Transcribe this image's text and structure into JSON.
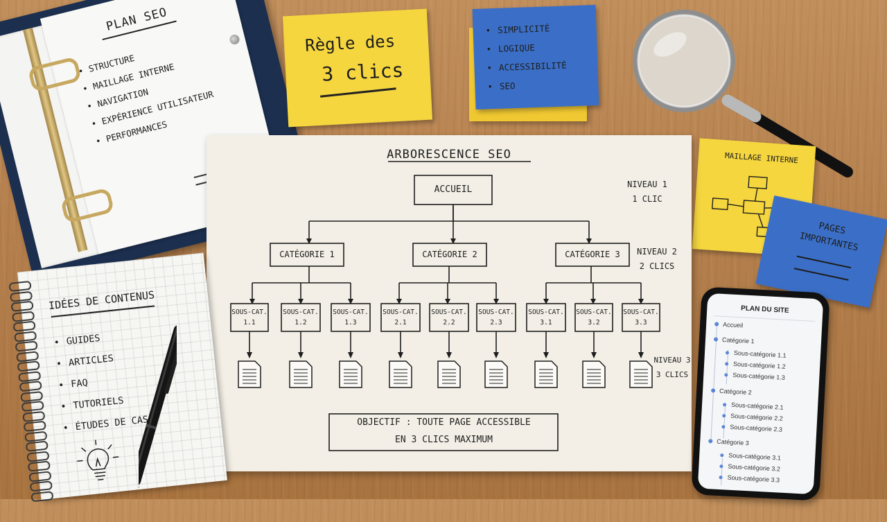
{
  "binder": {
    "title": "PLAN SEO",
    "items": [
      "STRUCTURE",
      "MAILLAGE INTERNE",
      "NAVIGATION",
      "EXPÉRIENCE UTILISATEUR",
      "PERFORMANCES"
    ]
  },
  "rule_note": {
    "line1": "Règle des",
    "line2": "3 clics"
  },
  "blue_note": {
    "items": [
      "SIMPLICITÉ",
      "LOGIQUE",
      "ACCESSIBILITÉ",
      "SEO"
    ]
  },
  "mesh_note": {
    "title": "MAILLAGE INTERNE"
  },
  "pages_note": {
    "line1": "PAGES",
    "line2": "IMPORTANTES"
  },
  "sheet": {
    "title": "ARBORESCENCE SEO",
    "root": "ACCUEIL",
    "categories": [
      "CATÉGORIE 1",
      "CATÉGORIE 2",
      "CATÉGORIE 3"
    ],
    "subcats": [
      [
        "SOUS-CAT.",
        "1.1"
      ],
      [
        "SOUS-CAT.",
        "1.2"
      ],
      [
        "SOUS-CAT.",
        "1.3"
      ],
      [
        "SOUS-CAT.",
        "2.1"
      ],
      [
        "SOUS-CAT.",
        "2.2"
      ],
      [
        "SOUS-CAT.",
        "2.3"
      ],
      [
        "SOUS-CAT.",
        "3.1"
      ],
      [
        "SOUS-CAT.",
        "3.2"
      ],
      [
        "SOUS-CAT.",
        "3.3"
      ]
    ],
    "levels": [
      {
        "label": "NIVEAU 1",
        "clicks": "1 CLIC"
      },
      {
        "label": "NIVEAU 2",
        "clicks": "2 CLICS"
      },
      {
        "label": "NIVEAU 3",
        "clicks": "3 CLICS"
      }
    ],
    "objective_line1": "OBJECTIF : TOUTE PAGE ACCESSIBLE",
    "objective_line2": "EN 3 CLICS MAXIMUM"
  },
  "notebook": {
    "title": "IDÉES DE CONTENUS",
    "items": [
      "GUIDES",
      "ARTICLES",
      "FAQ",
      "TUTORIELS",
      "ÉTUDES DE CAS"
    ]
  },
  "phone": {
    "title": "PLAN DU SITE",
    "root": "Accueil",
    "categories": [
      {
        "name": "Catégorie 1",
        "subs": [
          "Sous-catégorie 1.1",
          "Sous-catégorie 1.2",
          "Sous-catégorie 1.3"
        ]
      },
      {
        "name": "Catégorie 2",
        "subs": [
          "Sous-catégorie 2.1",
          "Sous-catégorie 2.2",
          "Sous-catégorie 2.3"
        ]
      },
      {
        "name": "Catégorie 3",
        "subs": [
          "Sous-catégorie 3.1",
          "Sous-catégorie 3.2",
          "Sous-catégorie 3.3"
        ]
      }
    ]
  },
  "colors": {
    "desk": "#b5804e",
    "sticky_yellow": "#f5d63f",
    "sticky_blue": "#3b6fc7",
    "binder_cover": "#1c2f4f",
    "ink": "#1d1d1d"
  },
  "icons": [
    "magnifying-glass-icon",
    "pen-icon",
    "lightbulb-icon",
    "document-icon",
    "tree-dot-icon"
  ]
}
